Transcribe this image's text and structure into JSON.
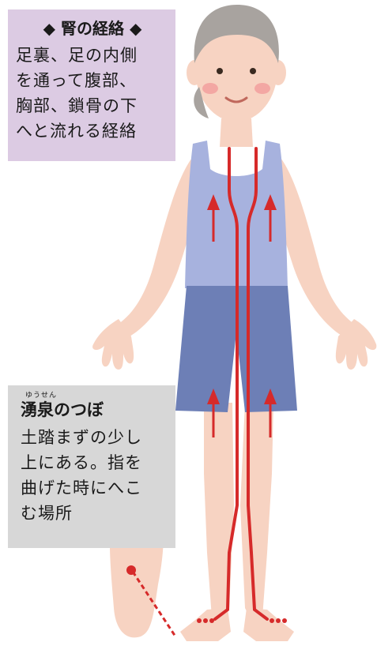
{
  "meridian_box": {
    "title": "◆ 腎の経絡 ◆",
    "body": "足裏、足の内側\nを通って腹部、\n胸部、鎖骨の下\nへと流れる経絡"
  },
  "tsubo_box": {
    "ruby": "ゆうせん",
    "title": "湧泉のつぼ",
    "body": "土踏まずの少し\n上にある。指を\n曲げた時にへこ\nむ場所"
  },
  "colors": {
    "meridian_line": "#d62a2a",
    "meridian_box_bg": "#dccbe3",
    "tsubo_box_bg": "#d7d7d7",
    "top": "#a7b2de",
    "shorts": "#6d7fb6",
    "skin": "#f7d3c2",
    "hair": "#a8a39f"
  }
}
